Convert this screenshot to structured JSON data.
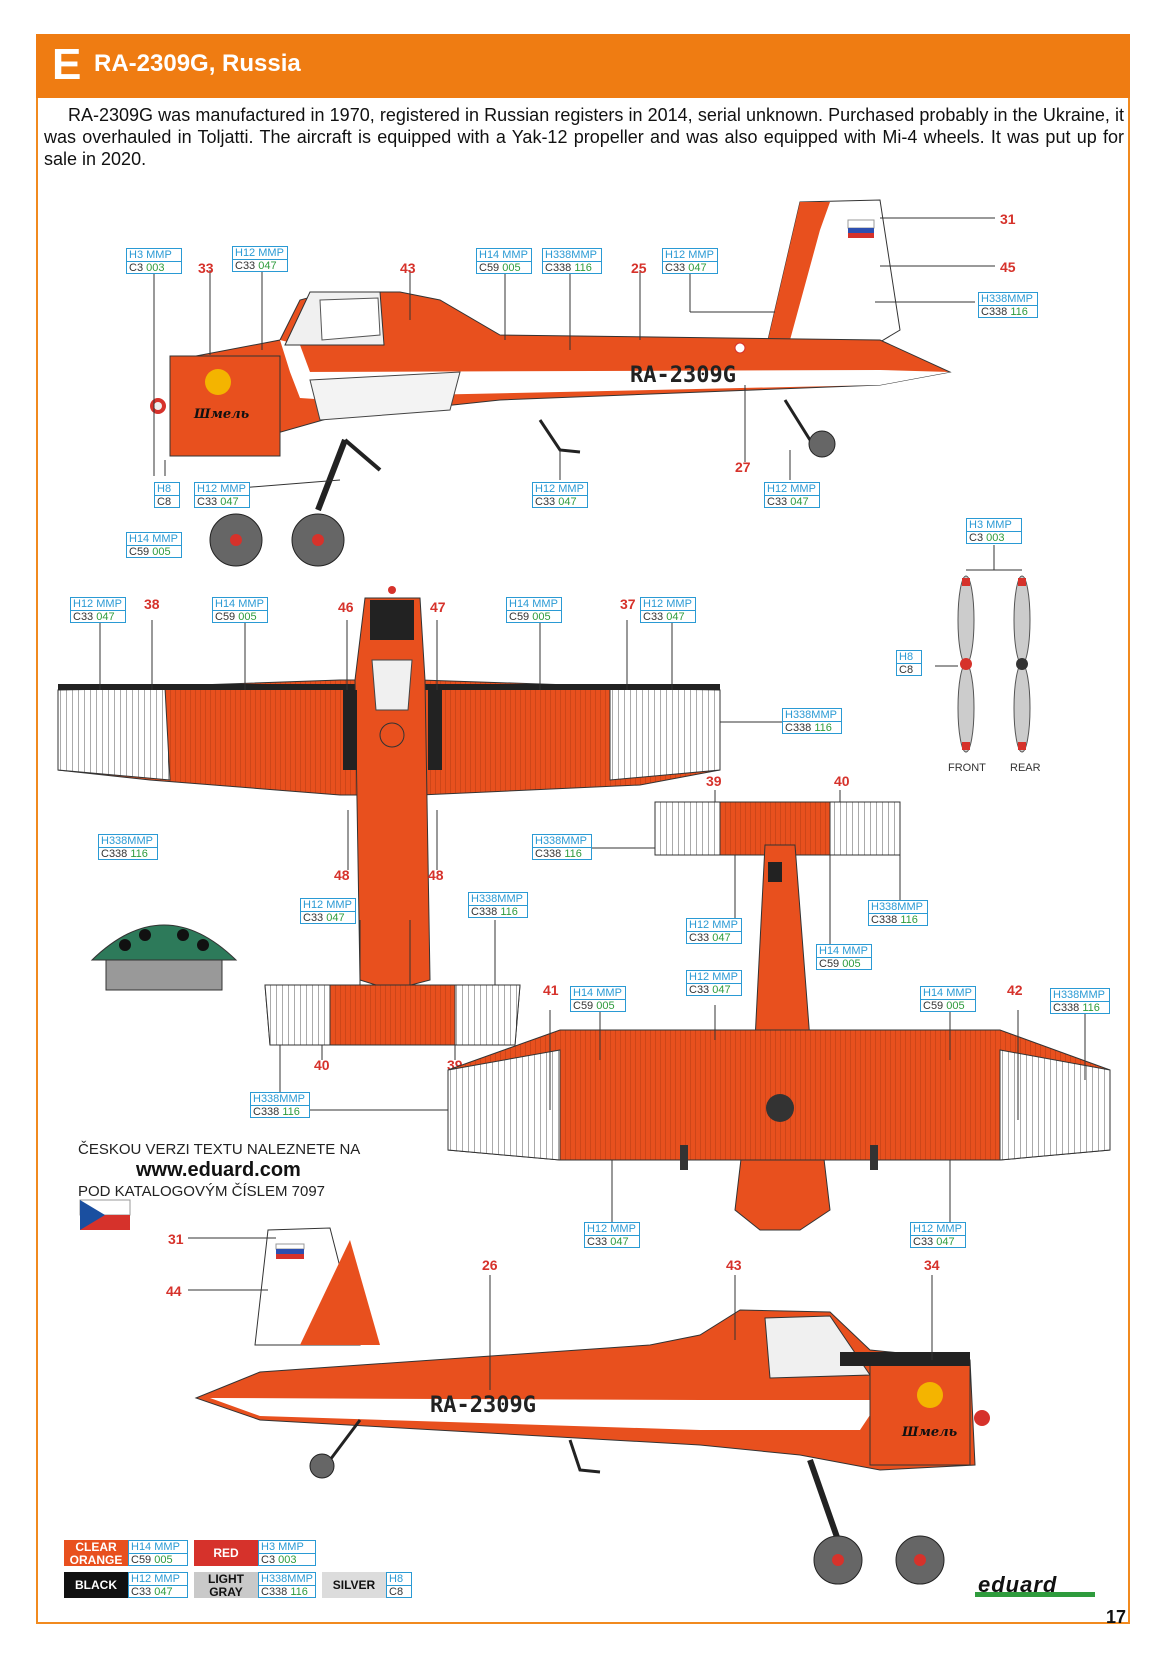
{
  "header": {
    "letter": "E",
    "title": "RA-2309G, Russia"
  },
  "description": "RA-2309G was manufactured in 1970, registered in Russian registers in 2014, serial unknown. Purchased probably in the Ukraine, it was overhauled in Toljatti. The aircraft is equipped with a Yak-12 propeller and was also equipped with Mi-4 wheels. It was put up for sale in 2020.",
  "registration": "RA-2309G",
  "nose_art": "Шмель",
  "callouts": {
    "c31": "31",
    "c45": "45",
    "c33": "33",
    "c43": "43",
    "c25": "25",
    "c27": "27",
    "c38": "38",
    "c46": "46",
    "c47": "47",
    "c37": "37",
    "c39": "39",
    "c40": "40",
    "c48": "48",
    "c41": "41",
    "c42": "42",
    "c44": "44",
    "c26": "26",
    "c34": "34"
  },
  "paint_codes": {
    "orange": {
      "h": "H14",
      "m": "MMP",
      "c": "C59",
      "n": "005"
    },
    "red": {
      "h": "H3",
      "m": "MMP",
      "c": "C3",
      "n": "003"
    },
    "black": {
      "h": "H12",
      "m": "MMP",
      "c": "C33",
      "n": "047"
    },
    "gray": {
      "h": "H338",
      "m": "MMP",
      "c": "C338",
      "n": "116"
    },
    "silver": {
      "h": "H8",
      "c": "C8"
    }
  },
  "propeller": {
    "front": "FRONT",
    "rear": "REAR"
  },
  "czech_note": {
    "line1": "ČESKOU VERZI TEXTU NALEZNETE NA",
    "url": "www.eduard.com",
    "line3": "POD KATALOGOVÝM ČÍSLEM 7097"
  },
  "legend": {
    "clear_orange": "CLEAR ORANGE",
    "red": "RED",
    "black": "BLACK",
    "light_gray": "LIGHT GRAY",
    "silver": "SILVER"
  },
  "brand": "eduard",
  "page_number": "17",
  "colors": {
    "orange": "#e8501e",
    "header": "#ef7c12",
    "callout_red": "#d6322b",
    "code_blue": "#2a9ad4",
    "code_green": "#2e9b3c"
  }
}
